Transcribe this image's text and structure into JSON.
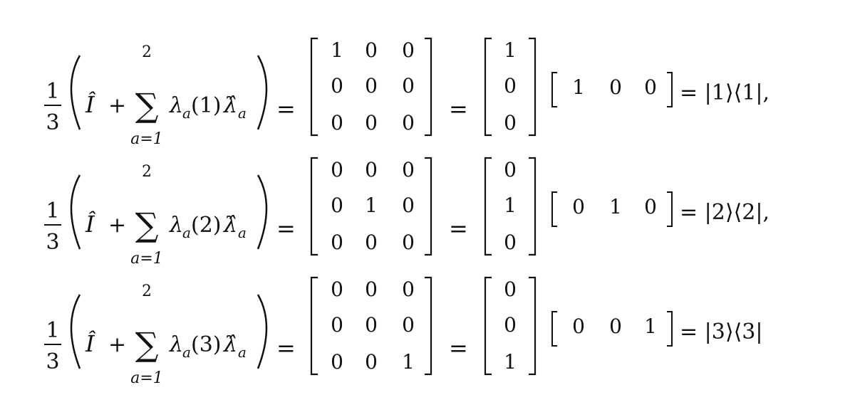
{
  "equations": [
    {
      "fraction": {
        "numerator": "1",
        "denominator": "3"
      },
      "identity": "Î",
      "plus": "+",
      "sum": {
        "symbol": "∑",
        "upper": "2",
        "lower": "a=1"
      },
      "term": {
        "lambda": "λ",
        "sub": "a",
        "arg": "(1)",
        "lambda_hat": "λ̂",
        "hat_sub": "a"
      },
      "equals": "=",
      "matrix": [
        [
          "1",
          "0",
          "0"
        ],
        [
          "0",
          "0",
          "0"
        ],
        [
          "0",
          "0",
          "0"
        ]
      ],
      "column": [
        "1",
        "0",
        "0"
      ],
      "row": [
        "1",
        "0",
        "0"
      ],
      "result": "= |1⟩⟨1|,"
    },
    {
      "fraction": {
        "numerator": "1",
        "denominator": "3"
      },
      "identity": "Î",
      "plus": "+",
      "sum": {
        "symbol": "∑",
        "upper": "2",
        "lower": "a=1"
      },
      "term": {
        "lambda": "λ",
        "sub": "a",
        "arg": "(2)",
        "lambda_hat": "λ̂",
        "hat_sub": "a"
      },
      "equals": "=",
      "matrix": [
        [
          "0",
          "0",
          "0"
        ],
        [
          "0",
          "1",
          "0"
        ],
        [
          "0",
          "0",
          "0"
        ]
      ],
      "column": [
        "0",
        "1",
        "0"
      ],
      "row": [
        "0",
        "1",
        "0"
      ],
      "result": "= |2⟩⟨2|,"
    },
    {
      "fraction": {
        "numerator": "1",
        "denominator": "3"
      },
      "identity": "Î",
      "plus": "+",
      "sum": {
        "symbol": "∑",
        "upper": "2",
        "lower": "a=1"
      },
      "term": {
        "lambda": "λ",
        "sub": "a",
        "arg": "(3)",
        "lambda_hat": "λ̂",
        "hat_sub": "a"
      },
      "equals": "=",
      "matrix": [
        [
          "0",
          "0",
          "0"
        ],
        [
          "0",
          "0",
          "0"
        ],
        [
          "0",
          "0",
          "1"
        ]
      ],
      "column": [
        "0",
        "0",
        "1"
      ],
      "row": [
        "0",
        "0",
        "1"
      ],
      "result": "= |3⟩⟨3|"
    }
  ]
}
